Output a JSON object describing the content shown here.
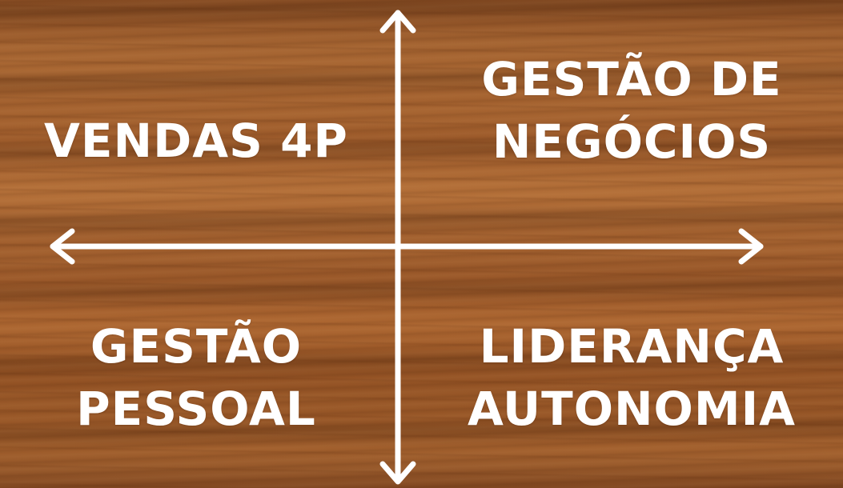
{
  "quadrants": {
    "top_left": {
      "lines": [
        "VENDAS 4P"
      ]
    },
    "top_right": {
      "lines": [
        "GESTÃO DE",
        "NEGÓCIOS"
      ]
    },
    "bottom_left": {
      "lines": [
        "GESTÃO",
        "PESSOAL"
      ]
    },
    "bottom_right": {
      "lines": [
        "LIDERANÇA",
        "AUTONOMIA"
      ]
    }
  },
  "colors": {
    "text": "#ffffff",
    "arrows": "#ffffff",
    "wood_base": "#9a5a2c"
  },
  "icons": {
    "vertical_axis": "double-headed-arrow-vertical",
    "horizontal_axis": "double-headed-arrow-horizontal"
  }
}
